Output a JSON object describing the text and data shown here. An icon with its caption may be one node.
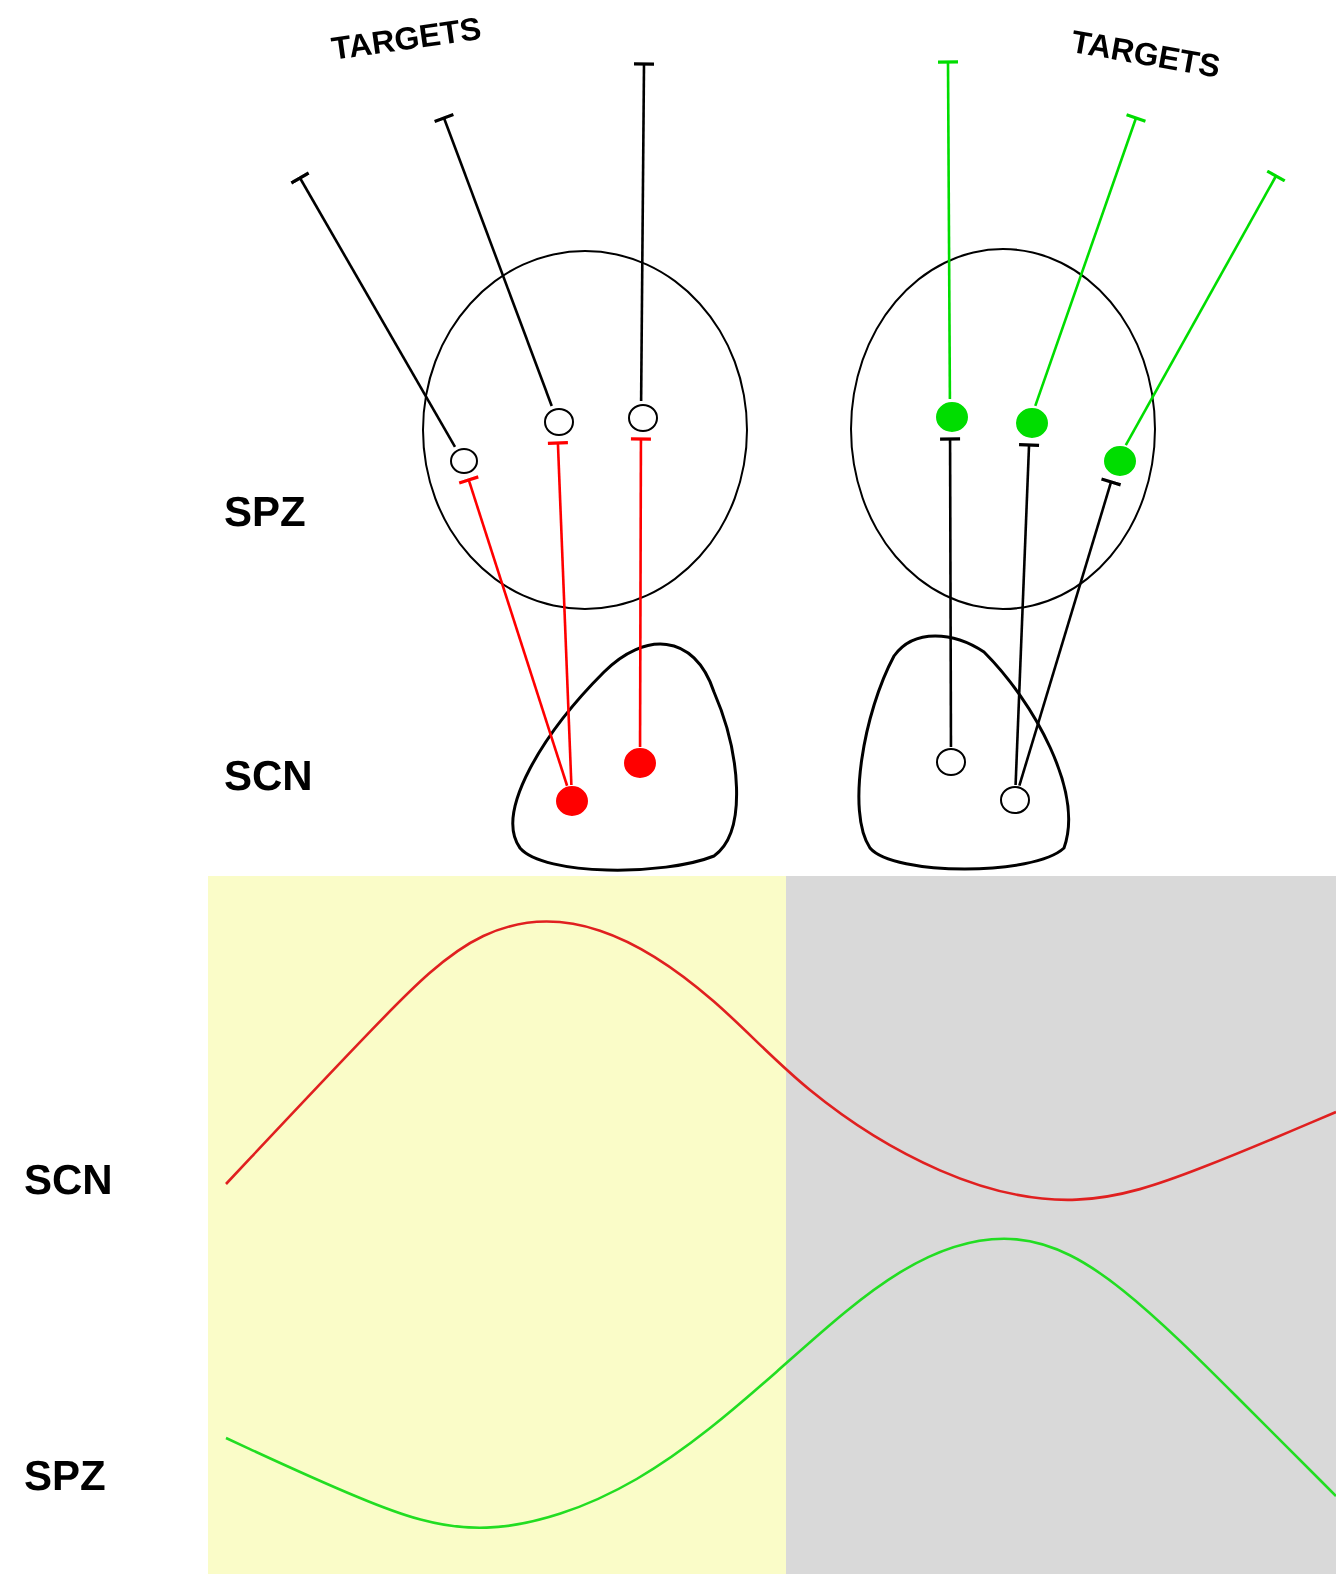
{
  "diagram": {
    "nodes": [
      {
        "text": [],
        "shape": "circle"
      },
      {
        "text": [],
        "shape": "blob"
      },
      {
        "text": [],
        "shape": "circle"
      },
      {
        "text": [],
        "shape": "blob"
      },
      {
        "text": [],
        "shape": "circle",
        "in": 0
      },
      {
        "text": [],
        "shape": "circle",
        "in": 0
      },
      {
        "text": [],
        "shape": "circle",
        "in": 0
      },
      {
        "text": [],
        "shape": "dot",
        "in": 1
      },
      {
        "text": [],
        "shape": "dot",
        "in": 1
      },
      {
        "text": [],
        "shape": "dot",
        "in": 2
      },
      {
        "text": [],
        "shape": "dot",
        "in": 2
      },
      {
        "text": [],
        "shape": "dot",
        "in": 2
      },
      {
        "text": [],
        "shape": "circle",
        "in": 3
      },
      {
        "text": [],
        "shape": "circle",
        "in": 3
      }
    ],
    "edges": [
      {
        "from": 4,
        "to": null,
        "arrow": "other"
      },
      {
        "from": 5,
        "to": null,
        "arrow": "other"
      },
      {
        "from": 6,
        "to": null,
        "arrow": "other"
      },
      {
        "from": 7,
        "to": 4,
        "arrow": "other",
        "color": "#ff0000"
      },
      {
        "from": 7,
        "to": 5,
        "arrow": "other",
        "color": "#ff0000"
      },
      {
        "from": 8,
        "to": 6,
        "arrow": "other",
        "color": "#ff0000"
      },
      {
        "from": 9,
        "to": null,
        "arrow": "other",
        "color": "#00dd00"
      },
      {
        "from": 10,
        "to": null,
        "arrow": "other",
        "color": "#00dd00"
      },
      {
        "from": 11,
        "to": null,
        "arrow": "other",
        "color": "#00dd00"
      },
      {
        "from": 12,
        "to": 9,
        "arrow": "other"
      },
      {
        "from": 13,
        "to": 10,
        "arrow": "other"
      },
      {
        "from": 13,
        "to": 11,
        "arrow": "other"
      }
    ],
    "labels": [
      "TARGETS",
      "TARGETS",
      "SPZ",
      "SCN",
      "SCN",
      "SPZ"
    ]
  }
}
